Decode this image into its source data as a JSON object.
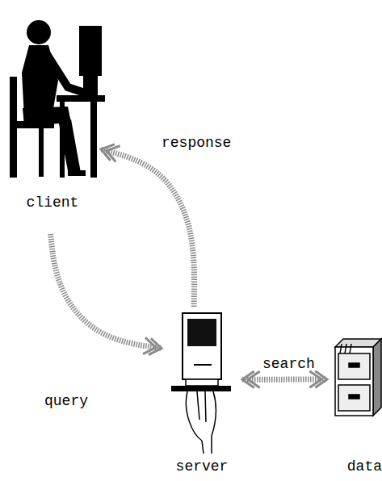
{
  "diagram": {
    "nodes": [
      {
        "text": [
          "client"
        ]
      },
      {
        "text": [
          "server"
        ]
      },
      {
        "text": [
          "data"
        ]
      }
    ],
    "edges": [
      {
        "from": 0,
        "to": 1,
        "label": "query",
        "arrow": "to"
      },
      {
        "from": 1,
        "to": 0,
        "label": "response",
        "arrow": "to"
      },
      {
        "from": 1,
        "to": 2,
        "label": "search",
        "arrow": "both"
      }
    ]
  }
}
